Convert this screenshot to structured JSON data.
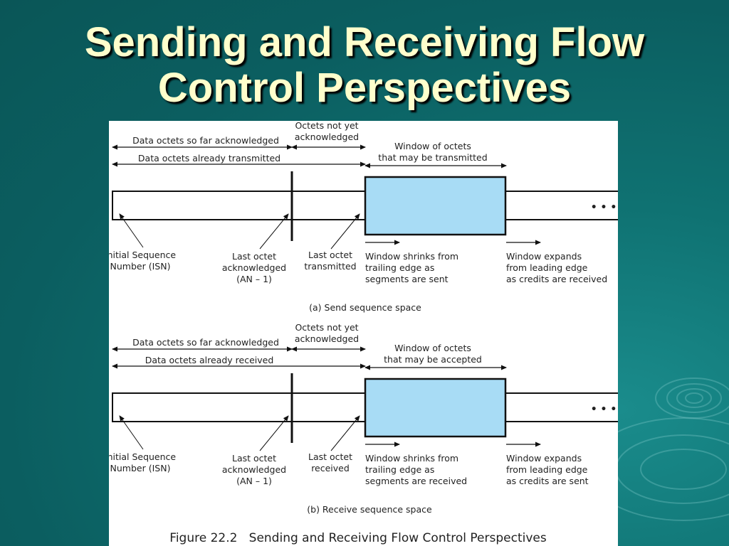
{
  "slide": {
    "title_line1": "Sending and Receiving Flow",
    "title_line2": "Control Perspectives",
    "figure_caption": "Figure 22.2   Sending and Receiving Flow Control Perspectives"
  },
  "colors": {
    "background": "#0f6e70",
    "title": "#ffffcc",
    "window_fill": "#a8dcf5"
  },
  "panel_send": {
    "acked": "Data octets so far acknowledged",
    "transmitted": "Data octets already transmitted",
    "not_acked_1": "Octets not yet",
    "not_acked_2": "acknowledged",
    "window_1": "Window of octets",
    "window_2": "that may be transmitted",
    "ellipsis": "• • •",
    "isn_1": "Initial Sequence",
    "isn_2": "Number (ISN)",
    "last_acked_1": "Last octet",
    "last_acked_2": "acknowledged",
    "last_acked_3": "(AN – 1)",
    "last_tx_1": "Last octet",
    "last_tx_2": "transmitted",
    "shrinks_1": "Window shrinks from",
    "shrinks_2": "trailing edge as",
    "shrinks_3": "segments are sent",
    "expands_1": "Window expands",
    "expands_2": "from leading edge",
    "expands_3": "as credits are received",
    "caption": "(a) Send sequence space"
  },
  "panel_receive": {
    "acked": "Data octets so far acknowledged",
    "received": "Data octets already received",
    "not_acked_1": "Octets not yet",
    "not_acked_2": "acknowledged",
    "window_1": "Window of octets",
    "window_2": "that may be accepted",
    "ellipsis": "• • •",
    "isn_1": "Initial Sequence",
    "isn_2": "Number (ISN)",
    "last_acked_1": "Last octet",
    "last_acked_2": "acknowledged",
    "last_acked_3": "(AN – 1)",
    "last_rx_1": "Last octet",
    "last_rx_2": "received",
    "shrinks_1": "Window shrinks from",
    "shrinks_2": "trailing edge as",
    "shrinks_3": "segments are received",
    "expands_1": "Window expands",
    "expands_2": "from leading edge",
    "expands_3": "as credits are sent",
    "caption": "(b) Receive sequence space"
  }
}
